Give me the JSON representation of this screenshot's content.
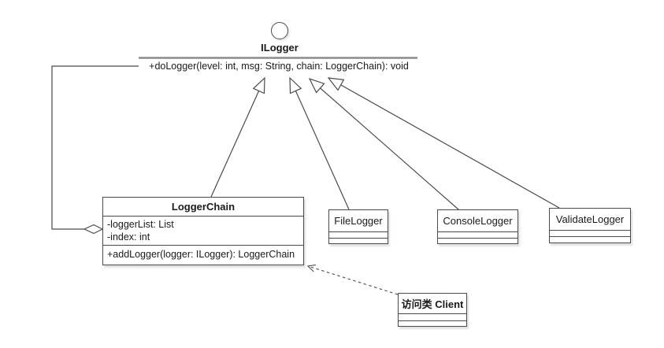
{
  "interface": {
    "name": "ILogger",
    "operation": "+doLogger(level: int, msg: String, chain: LoggerChain): void"
  },
  "classes": {
    "logger_chain": {
      "name": "LoggerChain",
      "attributes": [
        "-loggerList: List",
        "-index: int"
      ],
      "methods": [
        "+addLogger(logger: ILogger): LoggerChain"
      ]
    },
    "file_logger": {
      "name": "FileLogger"
    },
    "console_logger": {
      "name": "ConsoleLogger"
    },
    "validate_logger": {
      "name": "ValidateLogger"
    },
    "client": {
      "name": "访问类 Client"
    }
  },
  "relationships": [
    {
      "type": "realization",
      "from": "LoggerChain",
      "to": "ILogger"
    },
    {
      "type": "realization",
      "from": "FileLogger",
      "to": "ILogger"
    },
    {
      "type": "realization",
      "from": "ConsoleLogger",
      "to": "ILogger"
    },
    {
      "type": "realization",
      "from": "ValidateLogger",
      "to": "ILogger"
    },
    {
      "type": "aggregation",
      "from": "LoggerChain",
      "to": "ILogger"
    },
    {
      "type": "dependency",
      "from": "访问类 Client",
      "to": "LoggerChain"
    }
  ],
  "colors": {
    "stroke": "#4a4a4a",
    "interface_underline": "#8c8c8c",
    "background": "#ffffff"
  }
}
